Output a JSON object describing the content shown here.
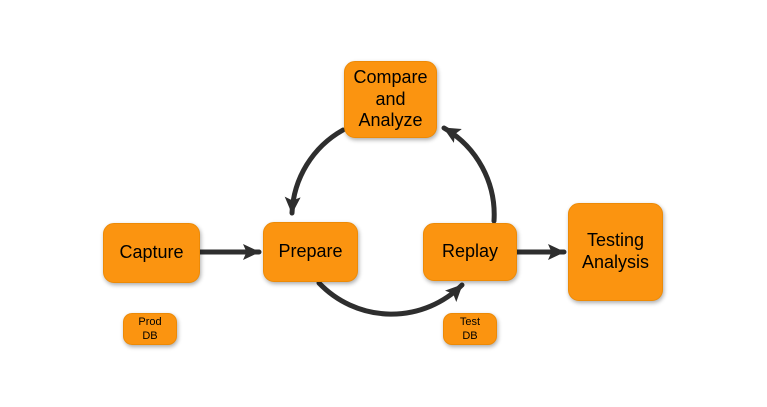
{
  "diagram": {
    "colors": {
      "node_fill": "#FB9410",
      "node_border": "#ED8A06",
      "arrow_color": "#2E2E2E",
      "background": "#FFFFFF",
      "text_color": "#000000"
    },
    "nodes": {
      "capture": {
        "label": "Capture"
      },
      "prepare": {
        "label": "Prepare"
      },
      "replay": {
        "label": "Replay"
      },
      "compare_and_analyze": {
        "lines": [
          "Compare",
          "and",
          "Analyze"
        ]
      },
      "testing_analysis": {
        "lines": [
          "Testing",
          "Analysis"
        ]
      },
      "prod_db": {
        "lines": [
          "Prod",
          "DB"
        ]
      },
      "test_db": {
        "lines": [
          "Test",
          "DB"
        ]
      }
    },
    "edges": [
      {
        "id": "capture-to-prepare",
        "from": "Capture",
        "to": "Prepare",
        "style": "straight-arrow"
      },
      {
        "id": "replay-to-testing-analysis",
        "from": "Replay",
        "to": "Testing Analysis",
        "style": "straight-arrow"
      },
      {
        "id": "compare-to-prepare",
        "from": "Compare and Analyze",
        "to": "Prepare",
        "style": "curved-arrow"
      },
      {
        "id": "prepare-to-replay",
        "from": "Prepare",
        "to": "Replay",
        "style": "curved-arrow"
      },
      {
        "id": "replay-to-compare",
        "from": "Replay",
        "to": "Compare and Analyze",
        "style": "curved-arrow"
      }
    ]
  }
}
